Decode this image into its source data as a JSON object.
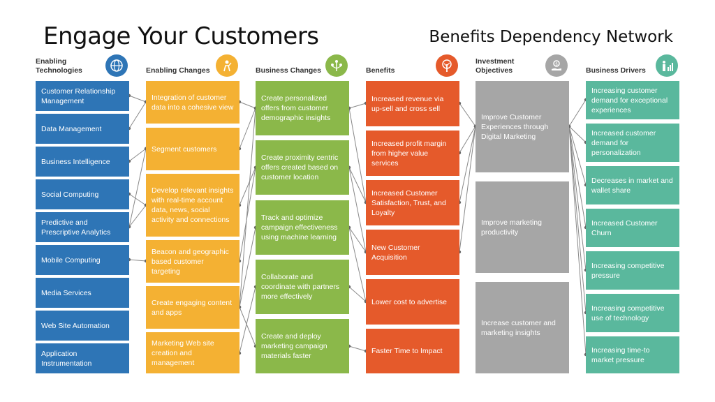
{
  "title": "Engage Your Customers",
  "subtitle": "Benefits Dependency Network",
  "columns": [
    {
      "heading": "Enabling Technologies",
      "icon": "globe-icon",
      "color": "#2e75b6",
      "items": [
        "Customer Relationship Management",
        "Data Management",
        "Business Intelligence",
        "Social Computing",
        "Predictive and Prescriptive Analytics",
        "Mobile Computing",
        "Media Services",
        "Web Site Automation",
        "Application Instrumentation"
      ]
    },
    {
      "heading": "Enabling Changes",
      "icon": "person-icon",
      "color": "#f4b133",
      "items": [
        "Integration of customer data into a cohesive view",
        "Segment customers",
        "Develop relevant insights with real-time account data, news, social activity and connections",
        "Beacon and geographic based customer targeting",
        "Create engaging content and apps",
        "Marketing Web site creation and management"
      ]
    },
    {
      "heading": "Business Changes",
      "icon": "network-tree-icon",
      "color": "#8bb84a",
      "items": [
        "Create personalized offers from customer demographic insights",
        "Create proximity centric offers created based on customer location",
        "Track and optimize campaign effectiveness using machine learning",
        "Collaborate and coordinate with partners more effectively",
        "Create and deploy marketing campaign materials faster"
      ]
    },
    {
      "heading": "Benefits",
      "icon": "tree-icon",
      "color": "#e55a2b",
      "items": [
        "Increased revenue via up-sell and cross sell",
        "Increased profit margin from higher value services",
        "Increased Customer Satisfaction, Trust, and Loyalty",
        "New Customer Acquisition",
        "Lower cost to advertise",
        "Faster Time to Impact"
      ]
    },
    {
      "heading": "Investment Objectives",
      "icon": "money-hand-icon",
      "color": "#a6a6a6",
      "items": [
        "Improve Customer Experiences through Digital Marketing",
        "Improve marketing productivity",
        "Increase customer and marketing insights"
      ]
    },
    {
      "heading": "Business Drivers",
      "icon": "people-chart-icon",
      "color": "#5ab89d",
      "items": [
        "Increasing customer demand for exceptional experiences",
        "Increased customer demand for personalization",
        "Decreases in market and wallet share",
        "Increased Customer Churn",
        "Increasing competitive pressure",
        "Increasing competitive use of technology",
        "Increasing time-to market pressure"
      ]
    }
  ]
}
